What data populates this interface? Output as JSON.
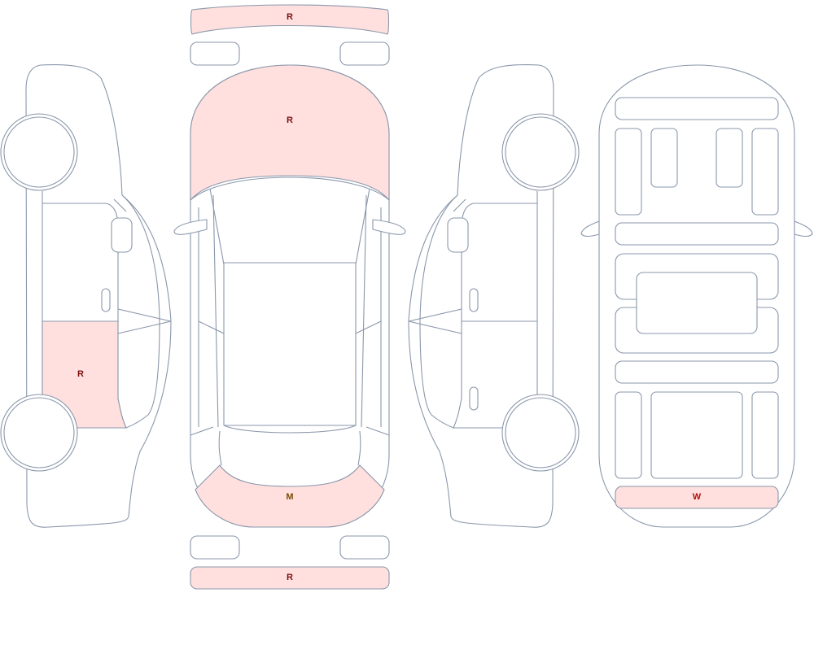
{
  "colors": {
    "outline": "#8a97ab",
    "damaged_fill": "#ffe0df",
    "label_R": "#7a1010",
    "label_M": "#7a4a00",
    "label_W": "#b01010"
  },
  "views": [
    "left-side",
    "top",
    "right-side",
    "underbody"
  ],
  "markers": {
    "front_bumper": {
      "code": "R"
    },
    "hood": {
      "code": "R"
    },
    "left_rear_door": {
      "code": "R"
    },
    "trunk_lid": {
      "code": "M"
    },
    "rear_bumper": {
      "code": "R"
    },
    "underbody_rear_panel": {
      "code": "W"
    }
  }
}
